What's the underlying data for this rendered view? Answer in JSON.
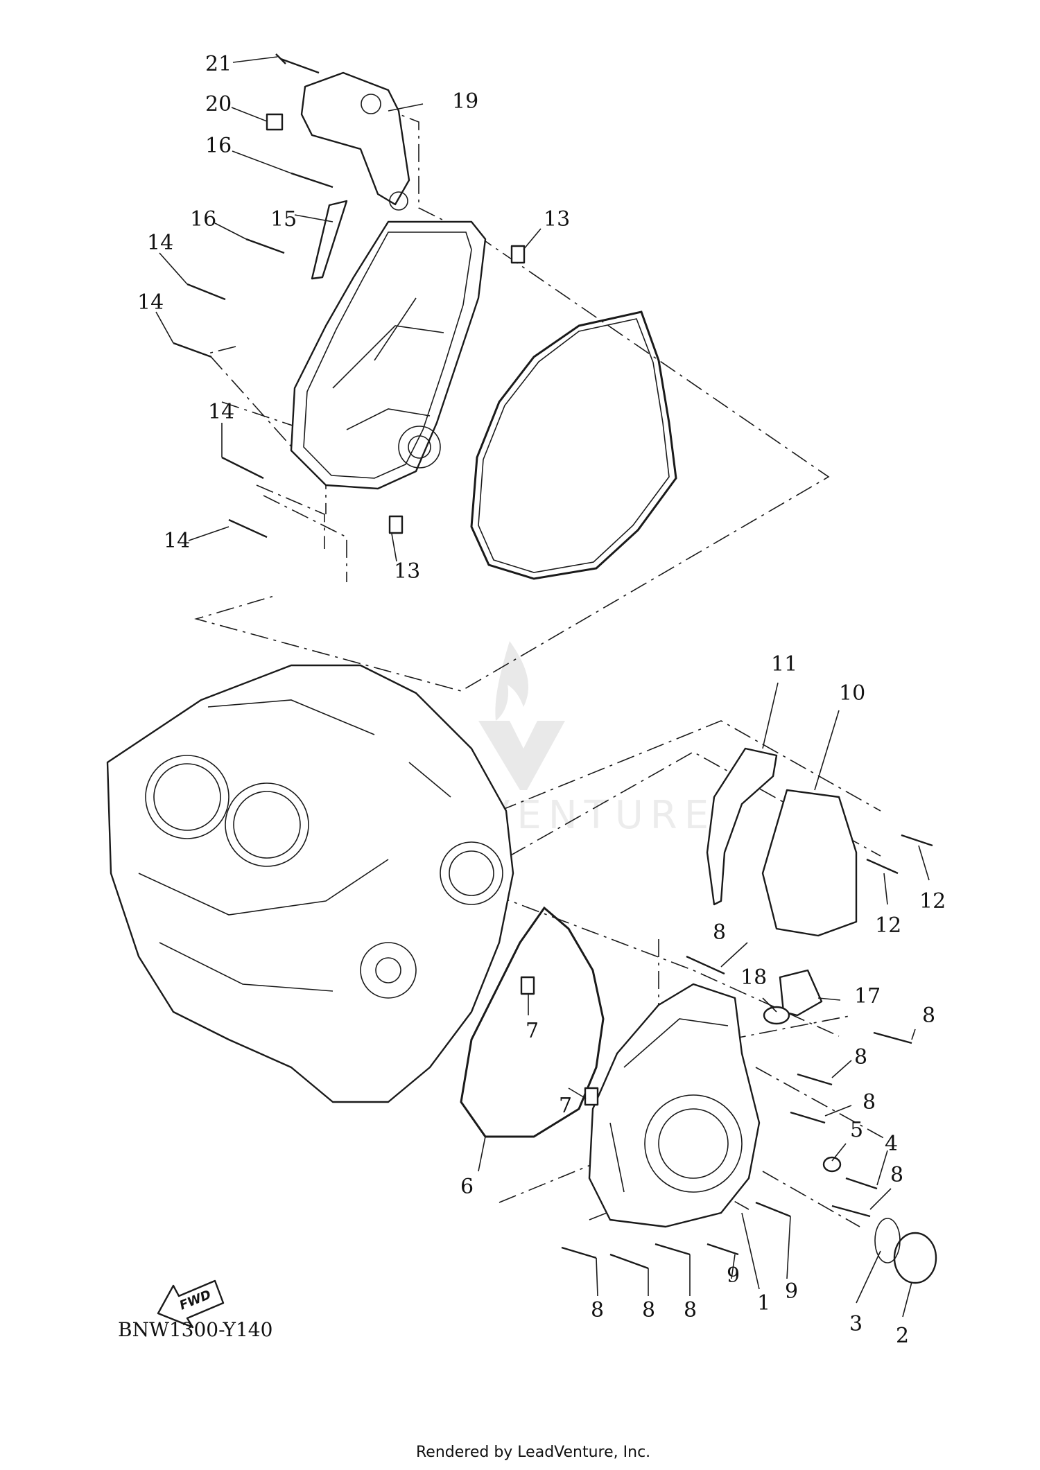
{
  "diagram": {
    "code": "BNW1300-Y140",
    "footer": "Rendered by LeadVenture, Inc.",
    "watermark": "LEADVENTURE",
    "fwd": "FWD",
    "callouts": [
      {
        "id": "c21",
        "text": "21"
      },
      {
        "id": "c20",
        "text": "20"
      },
      {
        "id": "c19",
        "text": "19"
      },
      {
        "id": "c16a",
        "text": "16"
      },
      {
        "id": "c16b",
        "text": "16"
      },
      {
        "id": "c15",
        "text": "15"
      },
      {
        "id": "c13a",
        "text": "13"
      },
      {
        "id": "c14a",
        "text": "14"
      },
      {
        "id": "c14b",
        "text": "14"
      },
      {
        "id": "c14c",
        "text": "14"
      },
      {
        "id": "c14d",
        "text": "14"
      },
      {
        "id": "c13b",
        "text": "13"
      },
      {
        "id": "c11",
        "text": "11"
      },
      {
        "id": "c10",
        "text": "10"
      },
      {
        "id": "c12a",
        "text": "12"
      },
      {
        "id": "c12b",
        "text": "12"
      },
      {
        "id": "c8a",
        "text": "8"
      },
      {
        "id": "c18",
        "text": "18"
      },
      {
        "id": "c17",
        "text": "17"
      },
      {
        "id": "c8b",
        "text": "8"
      },
      {
        "id": "c8c",
        "text": "8"
      },
      {
        "id": "c8d",
        "text": "8"
      },
      {
        "id": "c7a",
        "text": "7"
      },
      {
        "id": "c7b",
        "text": "7"
      },
      {
        "id": "c5",
        "text": "5"
      },
      {
        "id": "c4",
        "text": "4"
      },
      {
        "id": "c8e",
        "text": "8"
      },
      {
        "id": "c6",
        "text": "6"
      },
      {
        "id": "c9a",
        "text": "9"
      },
      {
        "id": "c1",
        "text": "1"
      },
      {
        "id": "c9b",
        "text": "9"
      },
      {
        "id": "c8f",
        "text": "8"
      },
      {
        "id": "c8g",
        "text": "8"
      },
      {
        "id": "c8h",
        "text": "8"
      },
      {
        "id": "c3",
        "text": "3"
      },
      {
        "id": "c2",
        "text": "2"
      }
    ]
  }
}
